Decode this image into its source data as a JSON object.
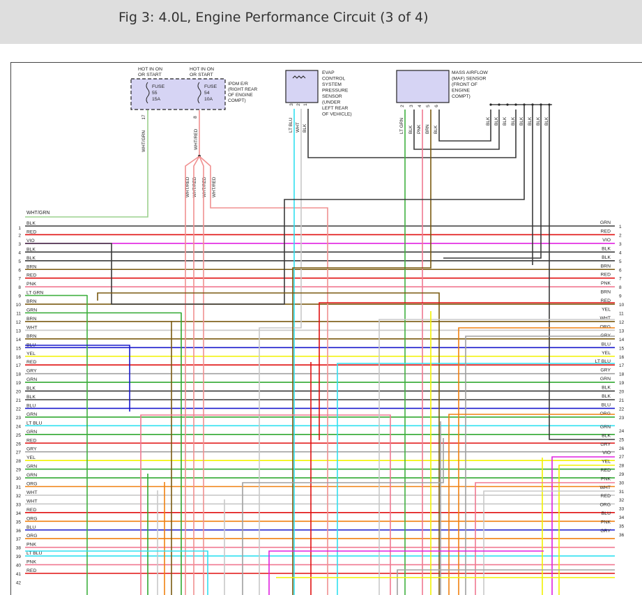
{
  "header": {
    "title": "Fig 3: 4.0L, Engine Performance Circuit (3 of 4)"
  },
  "colors": {
    "WHT/GRN": "#9cd08e",
    "BLK": "#3a3a3a",
    "RED": "#e01010",
    "VIO": "#e020e0",
    "BRN": "#7a5a10",
    "PNK": "#f07890",
    "LT GRN": "#40b040",
    "GRN": "#30a830",
    "WHT": "#c8c8c8",
    "BLU": "#1818cc",
    "YEL": "#f2f200",
    "GRY": "#a0a0a0",
    "LT BLU": "#30e0f0",
    "ORG": "#f08010",
    "WHT/RED": "#f09090",
    "fuse_box": "#d6d4f4",
    "sensor_box": "#d6d4f4"
  },
  "fuse_block": {
    "hot1": [
      "HOT IN ON",
      "OR START"
    ],
    "hot2": [
      "HOT IN ON",
      "OR START"
    ],
    "fuse1": [
      "FUSE",
      "55",
      "15A"
    ],
    "fuse2": [
      "FUSE",
      "54",
      "10A"
    ],
    "desc": [
      "IPDM E/R",
      "(RIGHT REAR",
      "OF ENGINE",
      "COMPT)"
    ],
    "pin1": "17",
    "pin2": "8",
    "wire1": "WHT/GRN",
    "wire2": "WHT/RED",
    "branch_wires": [
      "WHT/RED",
      "WHT/RED",
      "WHT/RED",
      "WHT/RED"
    ]
  },
  "evap": {
    "desc": [
      "EVAP",
      "CONTROL",
      "SYSTEM",
      "PRESSURE",
      "SENSOR",
      "(UNDER",
      "LEFT REAR",
      "OF VEHICLE)"
    ],
    "pins": [
      "3",
      "2",
      "1"
    ],
    "wires": [
      "LT BLU",
      "WHT",
      "BLK"
    ]
  },
  "maf": {
    "desc": [
      "MASS AIRFLOW",
      "(MAF) SENSOR",
      "(FRONT OF",
      "ENGINE",
      "COMPT)"
    ],
    "pins": [
      "2",
      "3",
      "4",
      "5",
      "6"
    ],
    "wires": [
      "LT GRN",
      "BLK",
      "PNK",
      "BRN",
      "BLK"
    ],
    "ground_wires": [
      "BLK",
      "BLK",
      "BLK",
      "BLK",
      "BLK",
      "BLK",
      "BLK",
      "BLK"
    ]
  },
  "left_rows": [
    {
      "n": "1",
      "c": "BLK"
    },
    {
      "n": "2",
      "c": "RED"
    },
    {
      "n": "3",
      "c": "VIO"
    },
    {
      "n": "4",
      "c": "BLK"
    },
    {
      "n": "5",
      "c": "BLK"
    },
    {
      "n": "6",
      "c": "BRN"
    },
    {
      "n": "7",
      "c": "RED"
    },
    {
      "n": "8",
      "c": "PNK"
    },
    {
      "n": "9",
      "c": "LT GRN"
    },
    {
      "n": "10",
      "c": "BRN"
    },
    {
      "n": "11",
      "c": "GRN"
    },
    {
      "n": "12",
      "c": "BRN"
    },
    {
      "n": "13",
      "c": "WHT"
    },
    {
      "n": "14",
      "c": "BRN"
    },
    {
      "n": "15",
      "c": "BLU"
    },
    {
      "n": "16",
      "c": "YEL"
    },
    {
      "n": "17",
      "c": "RED"
    },
    {
      "n": "18",
      "c": "GRY"
    },
    {
      "n": "19",
      "c": "GRN"
    },
    {
      "n": "20",
      "c": "BLK"
    },
    {
      "n": "21",
      "c": "BLK"
    },
    {
      "n": "22",
      "c": "BLU"
    },
    {
      "n": "23",
      "c": "GRN"
    },
    {
      "n": "24",
      "c": "LT BLU"
    },
    {
      "n": "25",
      "c": "GRN"
    },
    {
      "n": "26",
      "c": "RED"
    },
    {
      "n": "27",
      "c": "GRY"
    },
    {
      "n": "28",
      "c": "YEL"
    },
    {
      "n": "29",
      "c": "GRN"
    },
    {
      "n": "30",
      "c": "GRN"
    },
    {
      "n": "31",
      "c": "ORG"
    },
    {
      "n": "32",
      "c": "WHT"
    },
    {
      "n": "33",
      "c": "WHT"
    },
    {
      "n": "34",
      "c": "RED"
    },
    {
      "n": "35",
      "c": "ORG"
    },
    {
      "n": "36",
      "c": "BLU"
    },
    {
      "n": "37",
      "c": "ORG"
    },
    {
      "n": "38",
      "c": "PNK"
    },
    {
      "n": "39",
      "c": "LT BLU"
    },
    {
      "n": "40",
      "c": "PNK"
    },
    {
      "n": "41",
      "c": "RED"
    },
    {
      "n": "42",
      "c": ""
    }
  ],
  "right_rows": [
    {
      "n": "1",
      "c": "GRN"
    },
    {
      "n": "2",
      "c": "RED"
    },
    {
      "n": "3",
      "c": "VIO"
    },
    {
      "n": "4",
      "c": "BLK"
    },
    {
      "n": "5",
      "c": "BLK"
    },
    {
      "n": "6",
      "c": "BRN"
    },
    {
      "n": "7",
      "c": "RED"
    },
    {
      "n": "8",
      "c": "PNK"
    },
    {
      "n": "9",
      "c": "BRN"
    },
    {
      "n": "10",
      "c": "RED"
    },
    {
      "n": "11",
      "c": "YEL"
    },
    {
      "n": "12",
      "c": "WHT"
    },
    {
      "n": "13",
      "c": "ORG"
    },
    {
      "n": "14",
      "c": "GRY"
    },
    {
      "n": "15",
      "c": "BLU"
    },
    {
      "n": "16",
      "c": "YEL"
    },
    {
      "n": "17",
      "c": "LT BLU"
    },
    {
      "n": "18",
      "c": "GRY"
    },
    {
      "n": "19",
      "c": "GRN"
    },
    {
      "n": "20",
      "c": "BLK"
    },
    {
      "n": "21",
      "c": "BLK"
    },
    {
      "n": "22",
      "c": "BLU"
    },
    {
      "n": "23",
      "c": "ORG"
    },
    {
      "n": "24",
      "c": "GRN"
    },
    {
      "n": "25",
      "c": "BLK"
    },
    {
      "n": "26",
      "c": "GRY"
    },
    {
      "n": "27",
      "c": "VIO"
    },
    {
      "n": "28",
      "c": "YEL"
    },
    {
      "n": "29",
      "c": "RED"
    },
    {
      "n": "30",
      "c": "PNK"
    },
    {
      "n": "31",
      "c": "WHT"
    },
    {
      "n": "32",
      "c": "RED"
    },
    {
      "n": "33",
      "c": "ORG"
    },
    {
      "n": "34",
      "c": "BLU"
    },
    {
      "n": "35",
      "c": "PNK"
    },
    {
      "n": "36",
      "c": "GRY"
    }
  ],
  "left_top_label": "WHT/GRN"
}
